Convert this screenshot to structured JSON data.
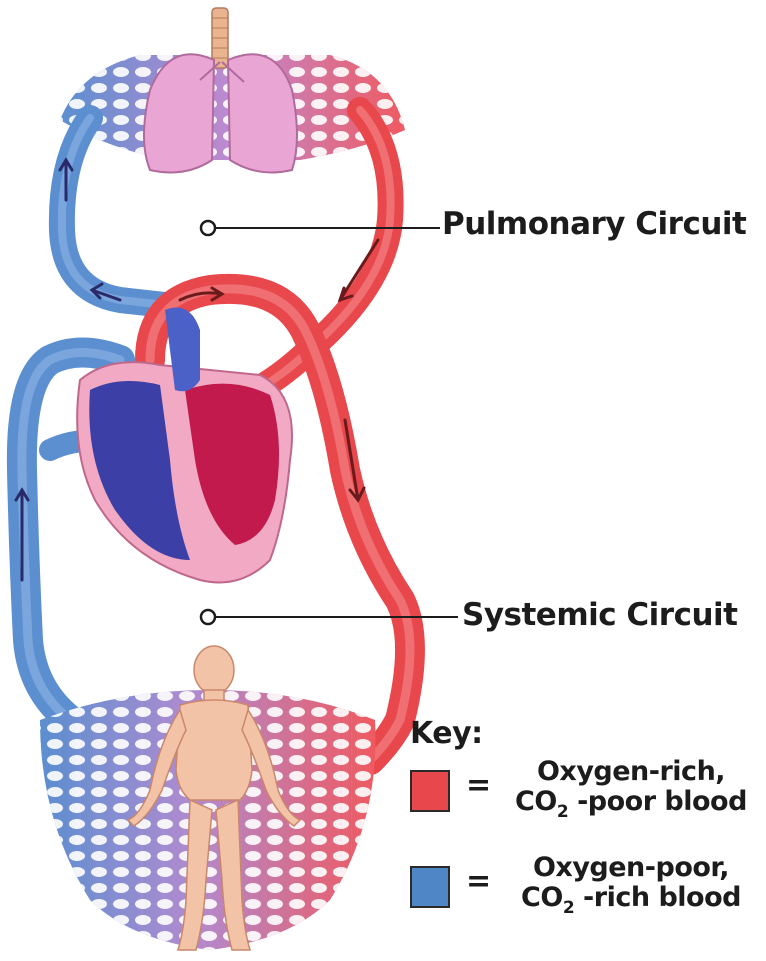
{
  "labels": {
    "pulmonary": "Pulmonary Circuit",
    "systemic": "Systemic Circuit"
  },
  "key": {
    "title": "Key:",
    "equals": "=",
    "oxygen_rich": {
      "line1": "Oxygen-rich,",
      "line2_pre": "CO",
      "line2_sub": "2",
      "line2_post": " -poor blood",
      "color": "#e8474b"
    },
    "oxygen_poor": {
      "line1": "Oxygen-poor,",
      "line2_pre": "CO",
      "line2_sub": "2",
      "line2_post": " -rich blood",
      "color": "#4f86c6"
    }
  },
  "colors": {
    "artery": "#e8474b",
    "vein": "#4f86c6",
    "lung": "#e9a6d4",
    "heart_blue": "#3c3fa6",
    "heart_red": "#c21a4c",
    "skin": "#f3c3a8"
  },
  "icons": [
    "lungs",
    "trachea",
    "heart",
    "human-figure",
    "capillary-bed",
    "flow-arrow"
  ]
}
